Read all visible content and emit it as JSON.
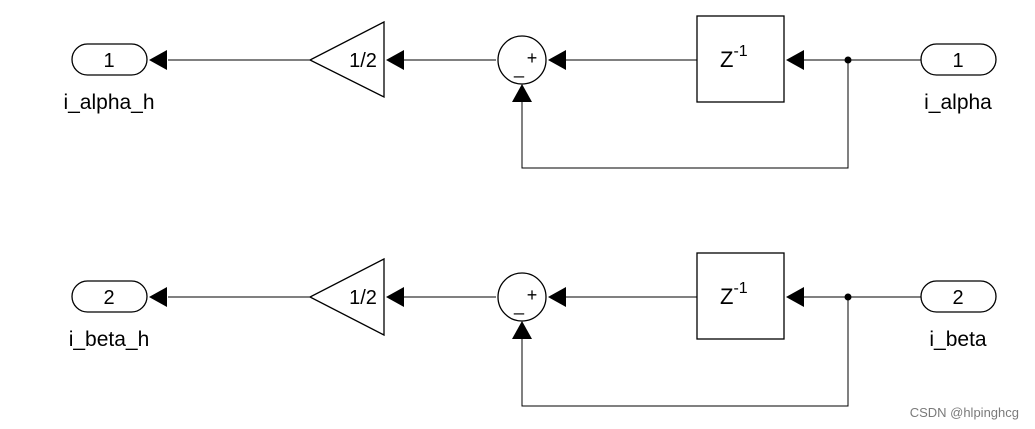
{
  "rows": [
    {
      "inport": {
        "number": "1",
        "label": "i_alpha"
      },
      "outport": {
        "number": "1",
        "label": "i_alpha_h"
      },
      "gain": "1/2",
      "delay": {
        "base": "Z",
        "exponent": "-1"
      },
      "sum_signs": {
        "right": "+",
        "bottom": "_"
      }
    },
    {
      "inport": {
        "number": "2",
        "label": "i_beta"
      },
      "outport": {
        "number": "2",
        "label": "i_beta_h"
      },
      "gain": "1/2",
      "delay": {
        "base": "Z",
        "exponent": "-1"
      },
      "sum_signs": {
        "right": "+",
        "bottom": "_"
      }
    }
  ],
  "watermark": "CSDN @hlpinghcg"
}
